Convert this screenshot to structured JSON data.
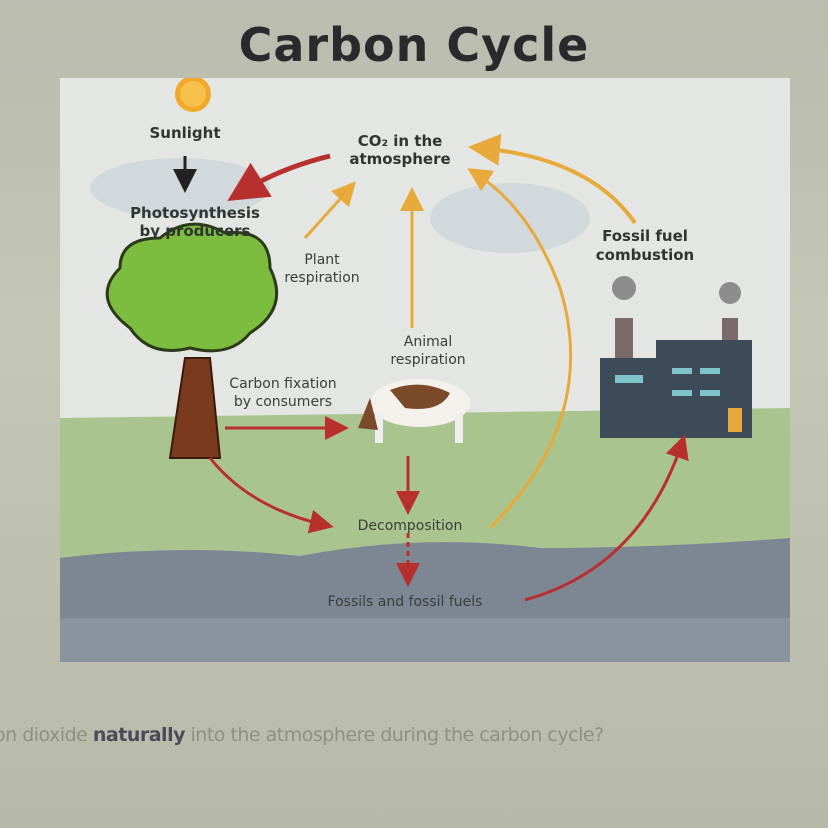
{
  "title": "Carbon Cycle",
  "diagram": {
    "labels": {
      "sunlight": "Sunlight",
      "co2_line1": "CO₂ in the",
      "co2_line2": "atmosphere",
      "photo_line1": "Photosynthesis",
      "photo_line2": "by producers",
      "plant_line1": "Plant",
      "plant_line2": "respiration",
      "animal_line1": "Animal",
      "animal_line2": "respiration",
      "fixation_line1": "Carbon fixation",
      "fixation_line2": "by consumers",
      "fossil_comb_line1": "Fossil fuel",
      "fossil_comb_line2": "combustion",
      "decomposition": "Decomposition",
      "fossils": "Fossils and fossil fuels"
    },
    "colors": {
      "red_arrow": "#b8302e",
      "orange_arrow": "#e7a93a",
      "ground": "#a9c48f",
      "underground": "#7d8794",
      "sky": "#e4e6e3"
    }
  },
  "question": {
    "prefix": "on dioxide ",
    "bold": "naturally",
    "suffix": " into the atmosphere during the carbon cycle?"
  }
}
